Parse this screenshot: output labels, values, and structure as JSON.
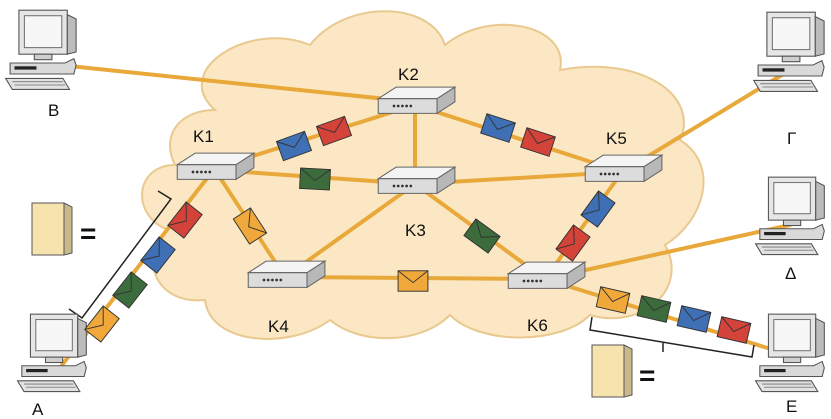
{
  "colors": {
    "cloud_fill": "#fbe7c4",
    "cloud_stroke": "#e9c98f",
    "link": "#e8a93a",
    "packet_blue": "#3f6fb5",
    "packet_red": "#d3433a",
    "packet_green": "#3c6b3c",
    "packet_orange": "#f0a83a",
    "message_fill": "#f7e3ae"
  },
  "icons": {
    "router": "router-icon",
    "computer": "computer-icon",
    "packet": "envelope-icon",
    "message": "message-document-icon"
  },
  "routers": {
    "k1": "K1",
    "k2": "K2",
    "k3": "K3",
    "k4": "K4",
    "k5": "K5",
    "k6": "K6"
  },
  "computers": {
    "a": "A",
    "b": "B",
    "g": "Γ",
    "d": "Δ",
    "e": "E"
  },
  "messages": {
    "left_equals": "=",
    "right_equals": "="
  }
}
